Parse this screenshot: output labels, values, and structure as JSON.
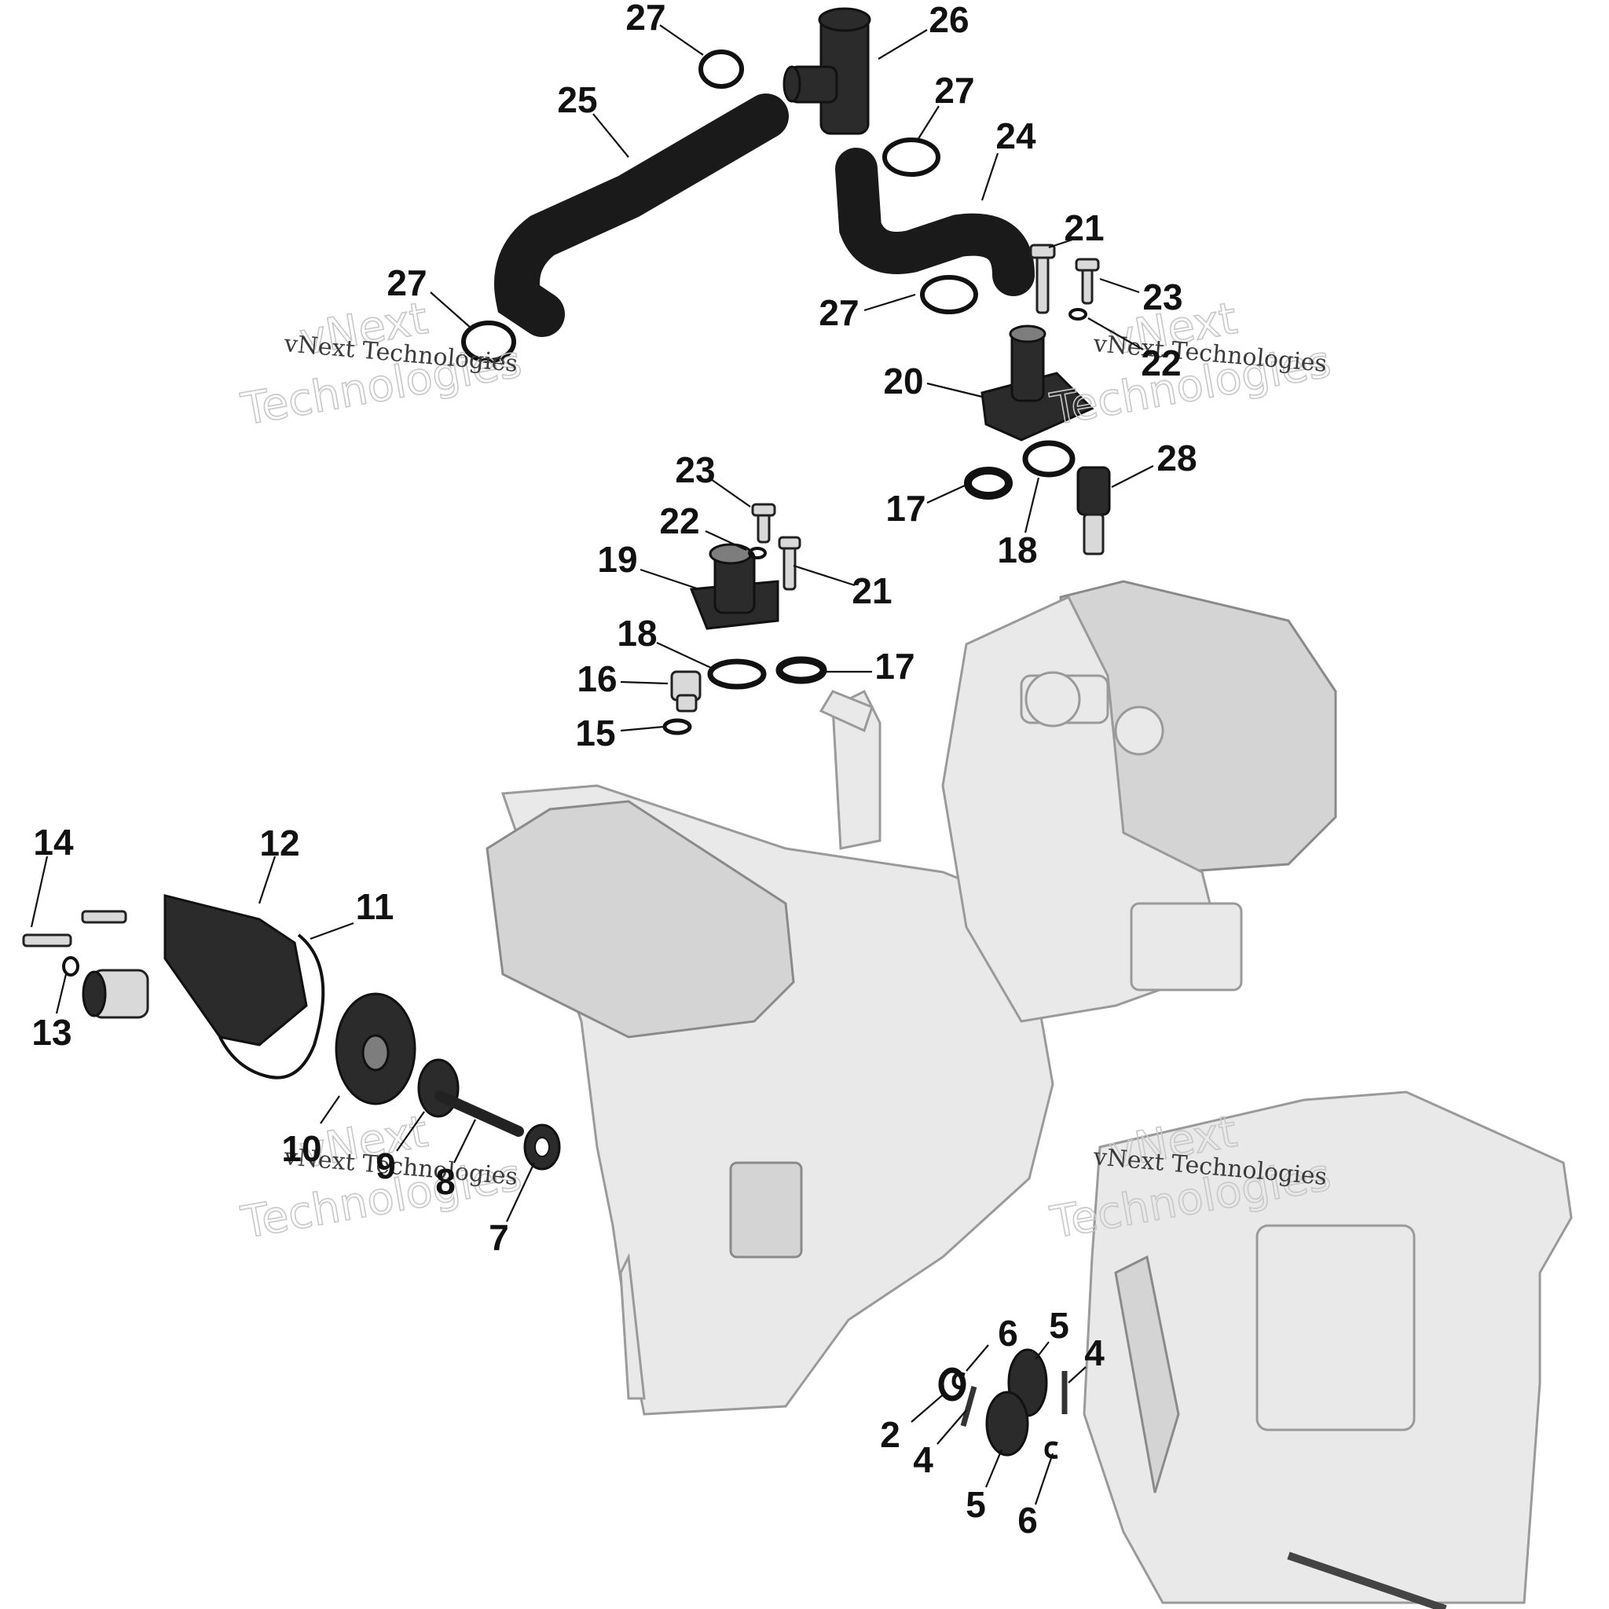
{
  "diagram": {
    "watermarks": [
      {
        "brand": "vNext",
        "word": "Technologies",
        "caption": "vNext Technologies"
      },
      {
        "brand": "vNext",
        "word": "Technologies",
        "caption": "vNext Technologies"
      },
      {
        "brand": "vNext",
        "word": "Technologies",
        "caption": "vNext Technologies"
      },
      {
        "brand": "vNext",
        "word": "Technologies",
        "caption": "vNext Technologies"
      }
    ],
    "callouts": [
      {
        "label": "27"
      },
      {
        "label": "26"
      },
      {
        "label": "25"
      },
      {
        "label": "27"
      },
      {
        "label": "24"
      },
      {
        "label": "21"
      },
      {
        "label": "23"
      },
      {
        "label": "27"
      },
      {
        "label": "27"
      },
      {
        "label": "22"
      },
      {
        "label": "20"
      },
      {
        "label": "23"
      },
      {
        "label": "28"
      },
      {
        "label": "17"
      },
      {
        "label": "22"
      },
      {
        "label": "18"
      },
      {
        "label": "19"
      },
      {
        "label": "21"
      },
      {
        "label": "18"
      },
      {
        "label": "17"
      },
      {
        "label": "16"
      },
      {
        "label": "15"
      },
      {
        "label": "14"
      },
      {
        "label": "12"
      },
      {
        "label": "11"
      },
      {
        "label": "13"
      },
      {
        "label": "10"
      },
      {
        "label": "9"
      },
      {
        "label": "8"
      },
      {
        "label": "7"
      },
      {
        "label": "6"
      },
      {
        "label": "5"
      },
      {
        "label": "4"
      },
      {
        "label": "2"
      },
      {
        "label": "4"
      },
      {
        "label": "5"
      },
      {
        "label": "6"
      }
    ]
  }
}
